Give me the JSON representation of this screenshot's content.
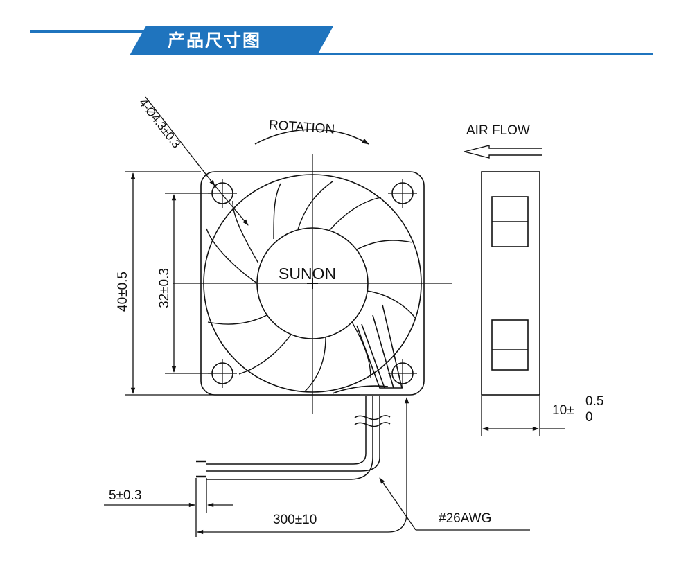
{
  "header": {
    "title": "产品尺寸图"
  },
  "drawing": {
    "hole_label": "4-Ø4.3±0.3",
    "rotation_label": "ROTATION",
    "airflow_label": "AIR FLOW",
    "brand": "SUNON",
    "dim_outer": "40±0.5",
    "dim_hole_spacing": "32±0.3",
    "dim_thickness_base": "10±",
    "dim_thickness_upper": "0.5",
    "dim_thickness_lower": "0",
    "dim_strip": "5±0.3",
    "dim_lead_length": "300±10",
    "wire_gauge": "#26AWG"
  },
  "colors": {
    "accent": "#1f74be",
    "line": "#111111"
  }
}
